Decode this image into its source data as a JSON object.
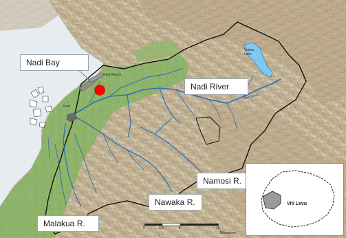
{
  "labels": {
    "nadi_bay": "Nadi Bay",
    "nadi_river": "Nadi River",
    "namosi": "Namosi R.",
    "nawaka": "Nawaka R.",
    "malakua": "Malakua R.",
    "nadi_airport": "Nadi Airport",
    "nadi_town": "Nadi",
    "vaturu_lake": "Vaturu\nLake",
    "nadi_river_small": "Nadi River",
    "viti_levu": "Viti Levu"
  },
  "scale": {
    "ticks": [
      "0",
      "2.5",
      "5",
      "10"
    ],
    "unit": "Kilometres"
  },
  "colors": {
    "sea": "#e6ecef",
    "lowland": "#8fb36b",
    "highland": "#c7b79b",
    "river": "#2a6db5",
    "catchment_outline": "#111111",
    "marker": "#ff0000"
  }
}
